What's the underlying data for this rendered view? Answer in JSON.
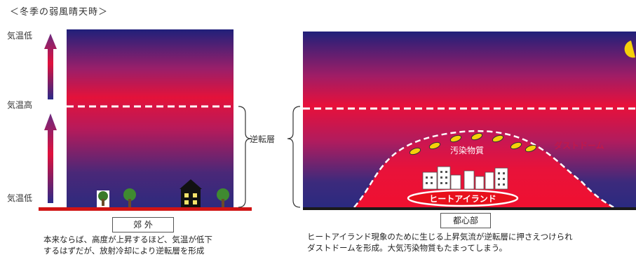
{
  "title": "＜冬季の弱風晴天時＞",
  "left_panel": {
    "temp_low_top": "気温低",
    "temp_high": "気温高",
    "temp_low_bottom": "気温低",
    "label": "郊 外",
    "description_line1": "本来ならば、高度が上昇するほど、気温が低下",
    "description_line2": "するはずだが、放射冷却により逆転層を形成"
  },
  "inversion_label": "逆転層",
  "right_panel": {
    "pollutant_label": "汚染物質",
    "dust_dome_label": "ダストドーム",
    "heat_island_label": "ヒートアイランド",
    "label": "都心部",
    "description_line1": "ヒートアイランド現象のために生じる上昇気流が逆転層に押さえつけられ",
    "description_line2": "ダストドームを形成。大気汚染物質もたまってしまう。"
  },
  "colors": {
    "sky_top": "#2a2a8c",
    "sky_red": "#e0103c",
    "dashed_line": "#ffffff",
    "ground": "#cc1010",
    "moon": "#f5d10a"
  }
}
